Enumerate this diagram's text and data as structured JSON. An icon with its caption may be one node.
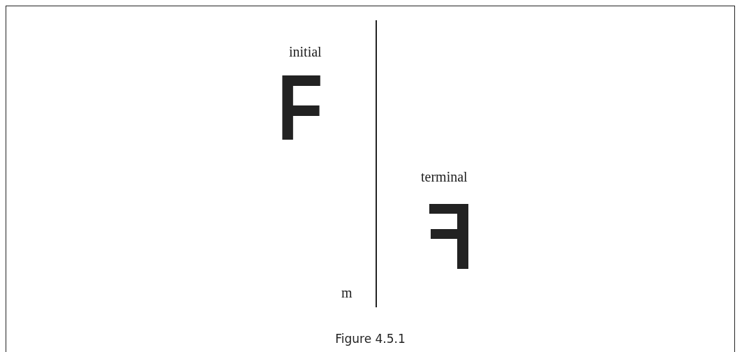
{
  "diagram": {
    "caption": "Figure 4.5.1",
    "labels": [
      "initial",
      "F",
      "terminal",
      "m"
    ]
  }
}
